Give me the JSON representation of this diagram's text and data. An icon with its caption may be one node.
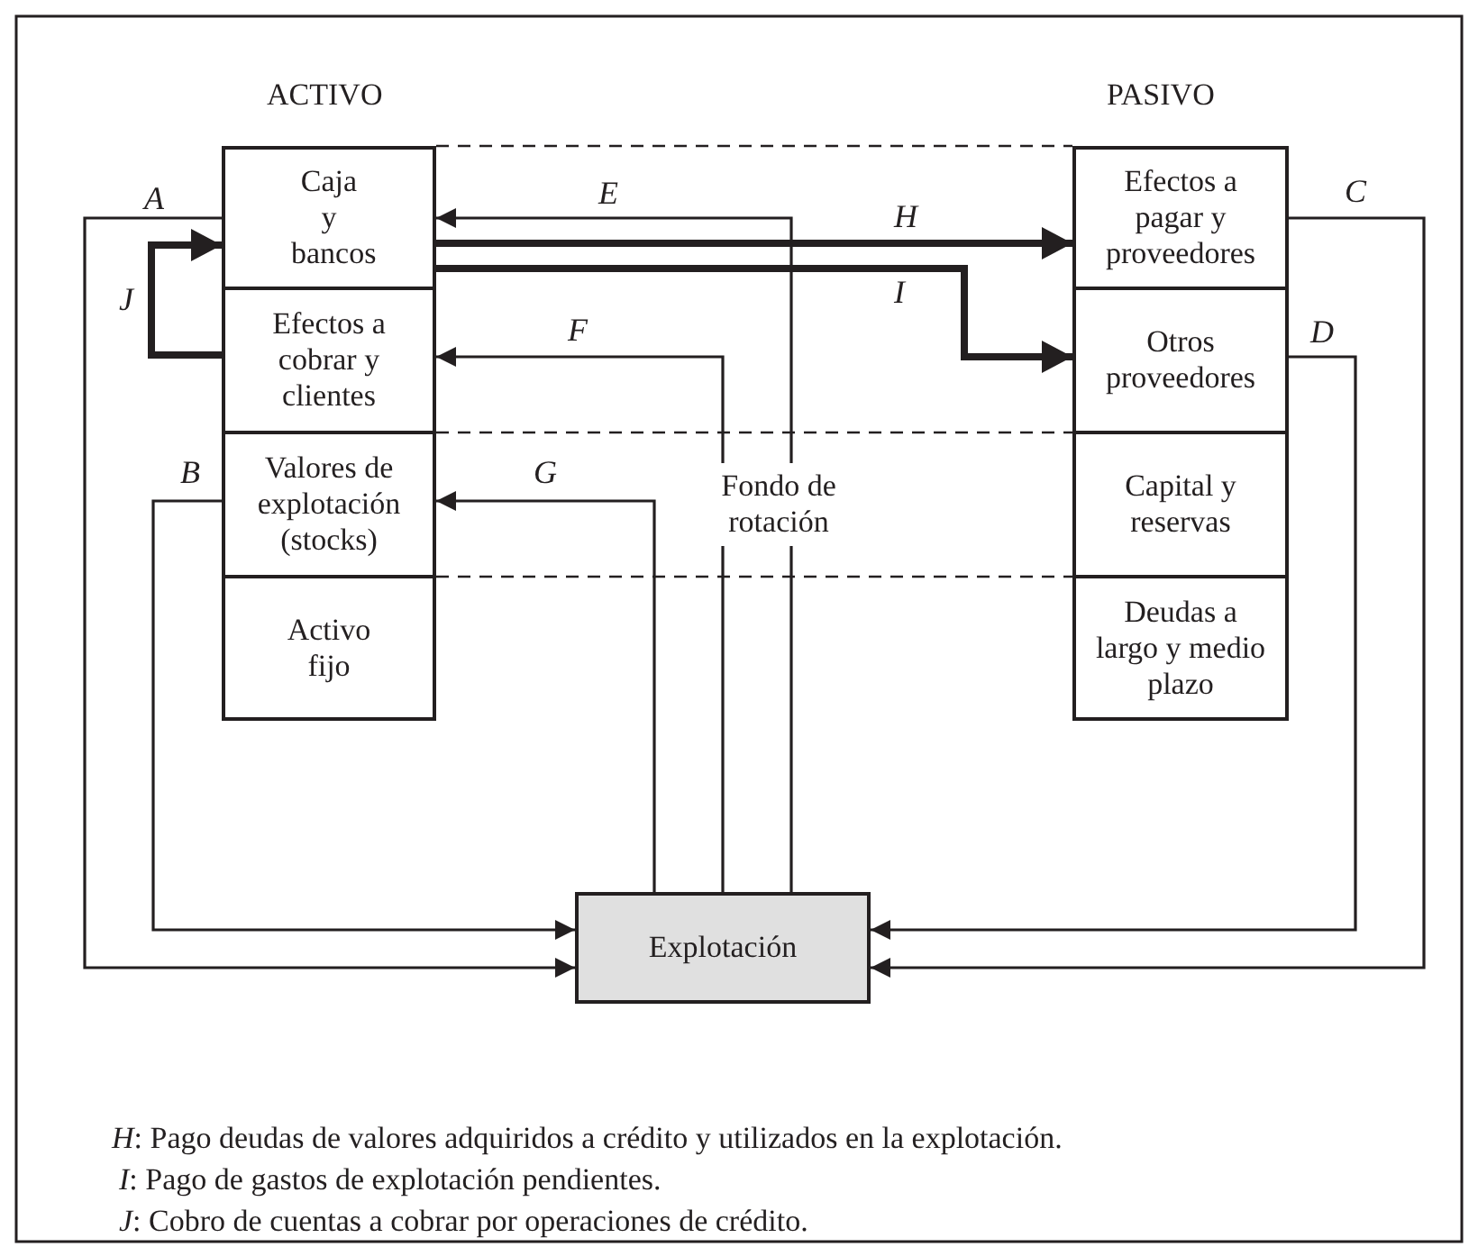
{
  "diagram": {
    "nodes": [
      {
        "text": [
          "Caja y bancos"
        ]
      },
      {
        "text": [
          "Efectos a cobrar y clientes"
        ]
      },
      {
        "text": [
          "Valores de explotación (stocks)"
        ]
      },
      {
        "text": [
          "Activo fijo"
        ]
      },
      {
        "text": [
          "Efectos a pagar y proveedores"
        ]
      },
      {
        "text": [
          "Otros proveedores"
        ]
      },
      {
        "text": [
          "Capital y reservas"
        ]
      },
      {
        "text": [
          "Deudas a largo y medio plazo"
        ]
      },
      {
        "text": [
          "Explotación"
        ]
      }
    ],
    "edges": [
      {
        "from": 0,
        "to": 8,
        "arrow": "to",
        "label": "A"
      },
      {
        "from": 2,
        "to": 8,
        "arrow": "to",
        "label": "B"
      },
      {
        "from": 4,
        "to": 8,
        "arrow": "to",
        "label": "C"
      },
      {
        "from": 5,
        "to": 8,
        "arrow": "to",
        "label": "D"
      },
      {
        "from": 8,
        "to": 0,
        "arrow": "to",
        "label": "E"
      },
      {
        "from": 8,
        "to": 1,
        "arrow": "to",
        "label": "F"
      },
      {
        "from": 8,
        "to": 2,
        "arrow": "to",
        "label": "G"
      },
      {
        "from": 0,
        "to": 4,
        "arrow": "to",
        "label": "H",
        "style": "thick"
      },
      {
        "from": 0,
        "to": 5,
        "arrow": "to",
        "label": "I",
        "style": "thick"
      },
      {
        "from": 1,
        "to": 0,
        "arrow": "to",
        "label": "J",
        "style": "thick"
      }
    ],
    "labels": [
      "ACTIVO",
      "PASIVO",
      "Fondo de rotación",
      "*H*: Pago deudas de valores adquiridos a crédito y utilizados en la explotación.",
      "*I*: Pago de gastos de explotación pendientes.",
      "*J*: Cobro de cuentas a cobrar por operaciones de crédito."
    ]
  }
}
